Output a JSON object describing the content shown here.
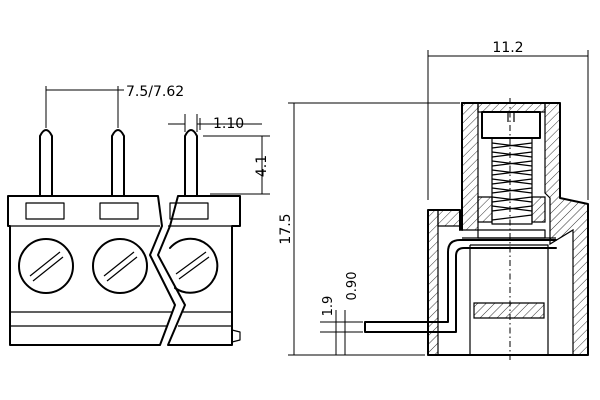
{
  "dimensions": {
    "pitch": "7.5/7.62",
    "pin_width": "1.10",
    "pin_height": "4.1",
    "total_height": "17.5",
    "depth": "11.2",
    "pin_offset": "1.9",
    "pin_thickness": "0.90"
  },
  "front_view": {
    "screw_count": 3
  }
}
